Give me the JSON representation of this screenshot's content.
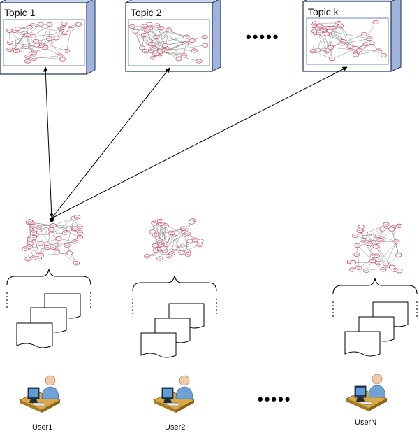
{
  "topics": [
    {
      "label": "Topic 1"
    },
    {
      "label": "Topic 2"
    },
    {
      "label": "Topic k"
    }
  ],
  "users": [
    {
      "label": "User1"
    },
    {
      "label": "User2"
    },
    {
      "label": "UserN"
    }
  ],
  "topic_gap_text": "•••••",
  "user_gap_text": "•••••",
  "colors": {
    "node_stroke": "#c8556a",
    "node_fill": "#ffffff",
    "edge": "#8a8a8a",
    "box_face": "#ffffff",
    "box_side": "#9fb3dc",
    "box_top": "#c9d6ef",
    "box_border": "#1f2f55",
    "box_inner_border": "#6f87c0"
  }
}
